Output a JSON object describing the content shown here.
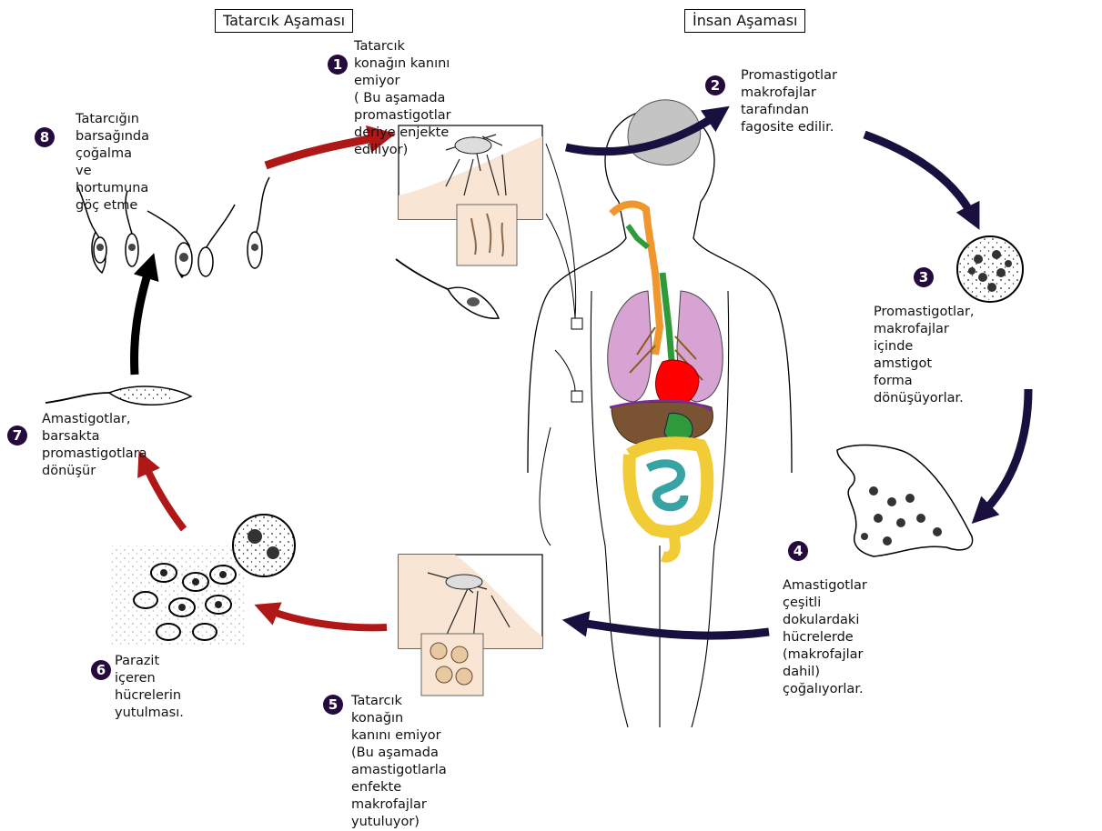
{
  "stage_labels": {
    "sandfly_stage": "Tatarcık Aşaması",
    "human_stage": "İnsan Aşaması"
  },
  "colors": {
    "sandfly_arrow": "#b01818",
    "human_arrow": "#1a1040",
    "number_badge": "#240a3d",
    "lungs": "#d7a3d3",
    "heart": "#ff0000",
    "liver": "#7a5432",
    "intestine": "#f2cc36",
    "small_intestine": "#37a3a3",
    "trachea": "#f0962f",
    "esophagus": "#2e9a3a",
    "brain": "#c4c4c4",
    "skin_inset": "#f8e5d3"
  },
  "steps": [
    {
      "number": "1",
      "text": "Tatarcık konağın kanını emiyor\n( Bu aşamada promastigotlar\nderiye enjekte ediliyor)"
    },
    {
      "number": "2",
      "text": "Promastigotlar makrofajlar\ntarafından fagosite edilir."
    },
    {
      "number": "3",
      "text": "Promastigotlar, makrofajlar\niçinde amstigot forma\ndönüşüyorlar."
    },
    {
      "number": "4",
      "text": "Amastigotlar çeşitli dokulardaki\nhücrelerde (makrofajlar dahil)\nçoğalıyorlar."
    },
    {
      "number": "5",
      "text": "Tatarcık konağın kanını emiyor\n(Bu aşamada amastigotlarla\nenfekte makrofajlar yutuluyor)"
    },
    {
      "number": "6",
      "text": "Parazit içeren hücrelerin\nyutulması."
    },
    {
      "number": "7",
      "text": "Amastigotlar, barsakta\npromastigotlara dönüşür"
    },
    {
      "number": "8",
      "text": "Tatarcığın barsağında\nçoğalma ve hortumuna\ngöç etme"
    }
  ]
}
